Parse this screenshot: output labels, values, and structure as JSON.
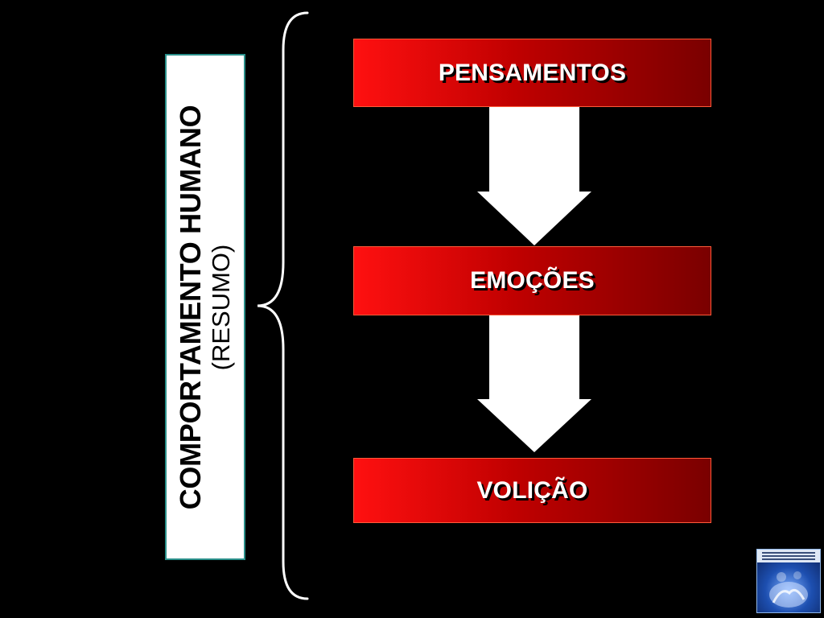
{
  "title": {
    "main": "COMPORTAMENTO HUMANO",
    "sub": "(RESUMO)"
  },
  "flow": {
    "steps": [
      {
        "label": "PENSAMENTOS"
      },
      {
        "label": "EMOÇÕES"
      },
      {
        "label": "VOLIÇÃO"
      }
    ]
  },
  "colors": {
    "background": "#000000",
    "box_gradient_start": "#ff1010",
    "box_gradient_end": "#7a0000",
    "box_border": "#ff5a3a",
    "arrow": "#ffffff",
    "brace": "#ffffff",
    "title_box_border": "#2a8f8a"
  },
  "icons": {
    "brace": "curly-brace-icon",
    "arrow": "down-arrow-icon",
    "logo": "logo-icon"
  }
}
